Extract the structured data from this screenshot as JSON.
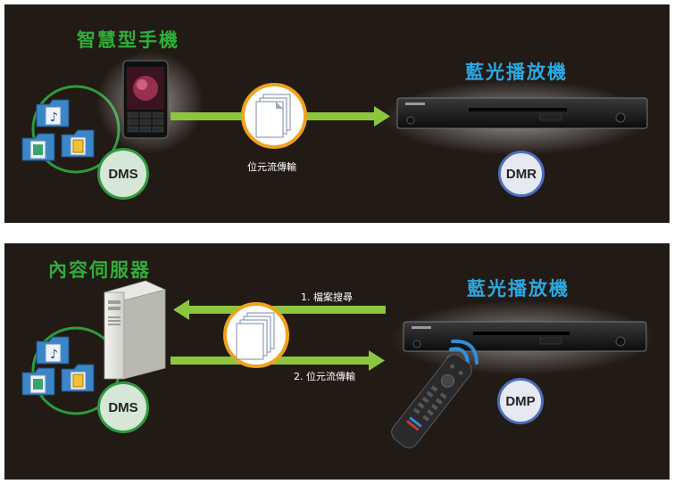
{
  "panel1": {
    "server_title": "智慧型手機",
    "player_title": "藍光播放機",
    "server_role": "DMS",
    "player_role": "DMR",
    "stream_label": "位元流傳輸"
  },
  "panel2": {
    "server_title": "內容伺服器",
    "player_title": "藍光播放機",
    "server_role": "DMS",
    "player_role": "DMP",
    "search_label": "1. 檔案搜尋",
    "stream_label": "2. 位元流傳輸"
  },
  "colors": {
    "panel_bg": "#221a15",
    "arrow_green": "#8cc63f",
    "server_title": "#2fae3a",
    "player_title": "#2aa8e0",
    "doc_circle_border": "#f0a21c"
  },
  "icons": [
    "smartphone-icon",
    "media-files-icon",
    "documents-icon",
    "blu-ray-player-icon",
    "server-tower-icon",
    "remote-control-icon",
    "wireless-signal-icon"
  ]
}
